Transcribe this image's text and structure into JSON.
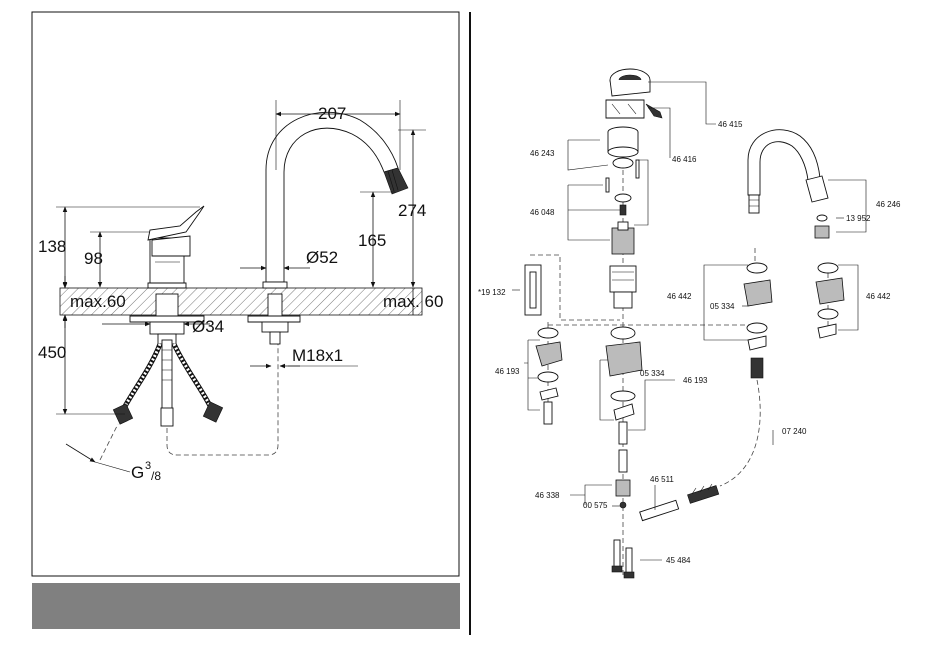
{
  "dimensions": {
    "d207": "207",
    "d274": "274",
    "d138": "138",
    "d98": "98",
    "d165": "165",
    "d52": "Ø52",
    "max60_left": "max.60",
    "max60_right": "max. 60",
    "d34": "Ø34",
    "d450": "450",
    "m18": "M18x1",
    "g_base": "G",
    "g_num": "3",
    "g_den": "/8"
  },
  "part_numbers": {
    "p46415": "46 415",
    "p46243": "46 243",
    "p46416": "46 416",
    "p46048": "46 048",
    "p19132": "*19 132",
    "p46442_left": "46 442",
    "p05334_mid": "05 334",
    "p46442_right": "46 442",
    "p46246": "46 246",
    "p13952": "13 952",
    "p46193_left": "46 193",
    "p05334_low": "05 334",
    "p46193_right": "46 193",
    "p07240": "07 240",
    "p46511": "46 511",
    "p46338": "46 338",
    "p00575": "00 575",
    "p45484": "45 484"
  },
  "colors": {
    "footer_bar": "#808080",
    "line": "#111111"
  }
}
